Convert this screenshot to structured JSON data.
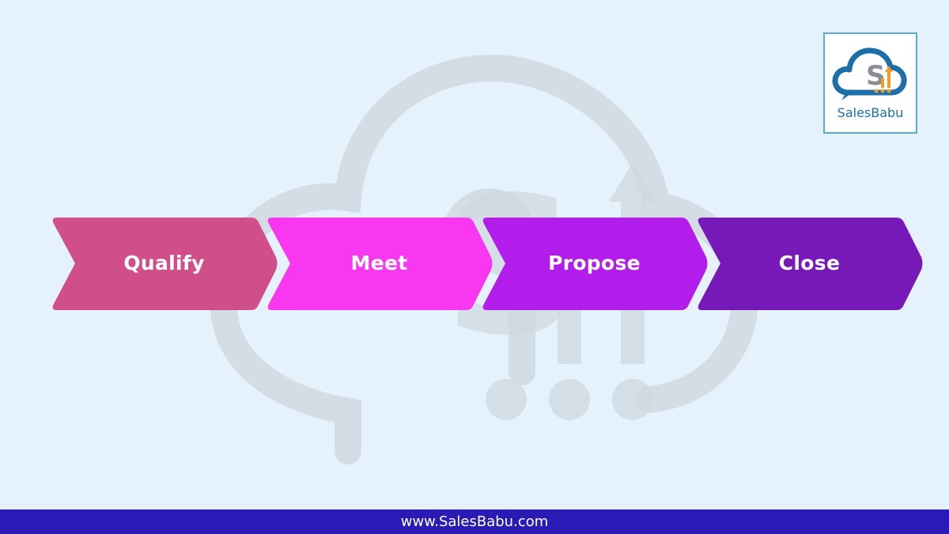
{
  "brand": {
    "name": "SalesBabu",
    "logo_icon": "cloud-chart-logo-icon",
    "watermark_icon": "cloud-chart-watermark-icon"
  },
  "steps": [
    {
      "label": "Qualify",
      "color": "#d04f8a"
    },
    {
      "label": "Meet",
      "color": "#f937f1"
    },
    {
      "label": "Propose",
      "color": "#b31deb"
    },
    {
      "label": "Close",
      "color": "#7718b9"
    }
  ],
  "footer": {
    "url": "www.SalesBabu.com",
    "color": "#2a1ab6"
  },
  "background": "#e5f2fb"
}
